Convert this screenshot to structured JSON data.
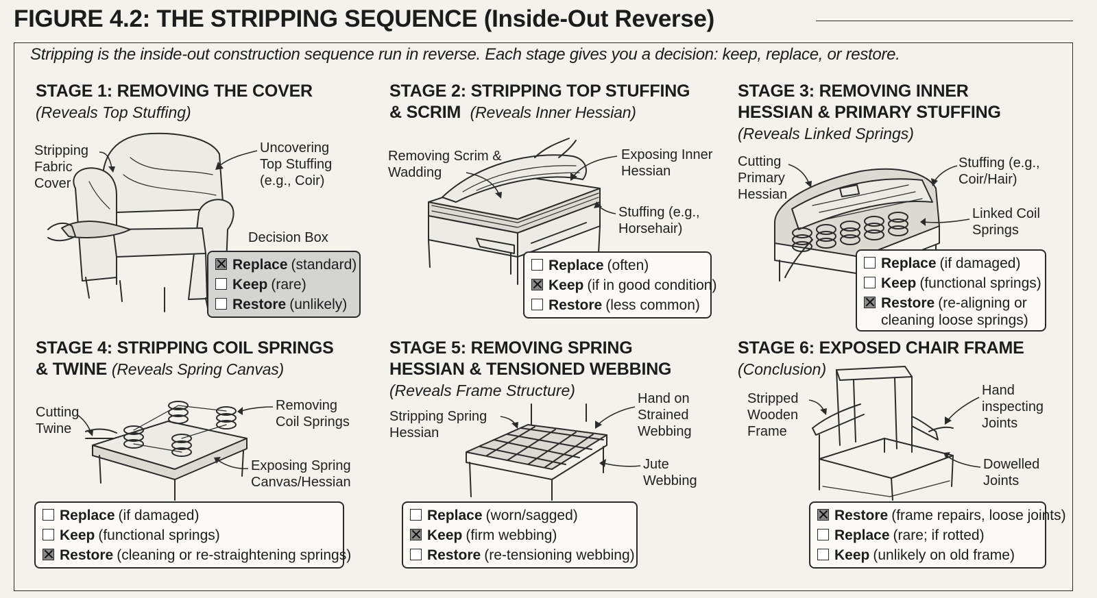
{
  "figure": {
    "title": "FIGURE 4.2: THE STRIPPING SEQUENCE (Inside-Out Reverse)",
    "subtitle": "Stripping is the inside-out construction sequence run in reverse. Each stage gives you a decision: keep, replace, or restore."
  },
  "stages": [
    {
      "title": "STAGE 1: REMOVING THE COVER",
      "subtitle": "(Reveals Top Stuffing)",
      "labels": [
        "Stripping Fabric Cover",
        "Uncovering Top Stuffing (e.g., Coir)"
      ],
      "decision_title": "Decision Box",
      "options": [
        {
          "label": "Replace",
          "note": "(standard)",
          "checked": true
        },
        {
          "label": "Keep",
          "note": "(rare)",
          "checked": false
        },
        {
          "label": "Restore",
          "note": "(unlikely)",
          "checked": false
        }
      ]
    },
    {
      "title_line1": "STAGE 2: STRIPPING TOP STUFFING",
      "title_line2": "& SCRIM",
      "subtitle": "(Reveals Inner Hessian)",
      "labels": [
        "Removing Scrim & Wadding",
        "Exposing Inner Hessian",
        "Stuffing (e.g., Horsehair)"
      ],
      "options": [
        {
          "label": "Replace",
          "note": "(often)",
          "checked": false
        },
        {
          "label": "Keep",
          "note": "(if in good condition)",
          "checked": true
        },
        {
          "label": "Restore",
          "note": "(less common)",
          "checked": false
        }
      ]
    },
    {
      "title_line1": "STAGE 3: REMOVING INNER",
      "title_line2": "HESSIAN & PRIMARY STUFFING",
      "subtitle": "(Reveals Linked Springs)",
      "labels": [
        "Cutting Primary Hessian",
        "Stuffing (e.g., Coir/Hair)",
        "Linked Coil Springs"
      ],
      "options": [
        {
          "label": "Replace",
          "note": "(if damaged)",
          "checked": false
        },
        {
          "label": "Keep",
          "note": "(functional springs)",
          "checked": false
        },
        {
          "label": "Restore",
          "note": "(re-aligning or cleaning loose springs)",
          "checked": true
        }
      ]
    },
    {
      "title_line1": "STAGE 4: STRIPPING COIL SPRINGS",
      "title_line2": "& TWINE",
      "subtitle": "(Reveals Spring Canvas)",
      "labels": [
        "Cutting Twine",
        "Removing Coil Springs",
        "Exposing Spring Canvas/Hessian"
      ],
      "options": [
        {
          "label": "Replace",
          "note": "(if damaged)",
          "checked": false
        },
        {
          "label": "Keep",
          "note": "(functional springs)",
          "checked": false
        },
        {
          "label": "Restore",
          "note": "(cleaning or re-straightening springs)",
          "checked": true
        }
      ]
    },
    {
      "title_line1": "STAGE 5: REMOVING SPRING",
      "title_line2": "HESSIAN & TENSIONED WEBBING",
      "subtitle": "(Reveals Frame Structure)",
      "labels": [
        "Stripping Spring Hessian",
        "Hand on Strained Webbing",
        "Jute Webbing"
      ],
      "options": [
        {
          "label": "Replace",
          "note": "(worn/sagged)",
          "checked": false
        },
        {
          "label": "Keep",
          "note": "(firm webbing)",
          "checked": true
        },
        {
          "label": "Restore",
          "note": "(re-tensioning webbing)",
          "checked": false
        }
      ]
    },
    {
      "title": "STAGE 6: EXPOSED CHAIR FRAME",
      "subtitle": "(Conclusion)",
      "labels": [
        "Stripped Wooden Frame",
        "Hand inspecting Joints",
        "Dowelled Joints"
      ],
      "options": [
        {
          "label": "Restore",
          "note": "(frame repairs, loose joints)",
          "checked": true
        },
        {
          "label": "Replace",
          "note": "(rare; if rotted)",
          "checked": false
        },
        {
          "label": "Keep",
          "note": "(unlikely on old frame)",
          "checked": false
        }
      ]
    }
  ]
}
